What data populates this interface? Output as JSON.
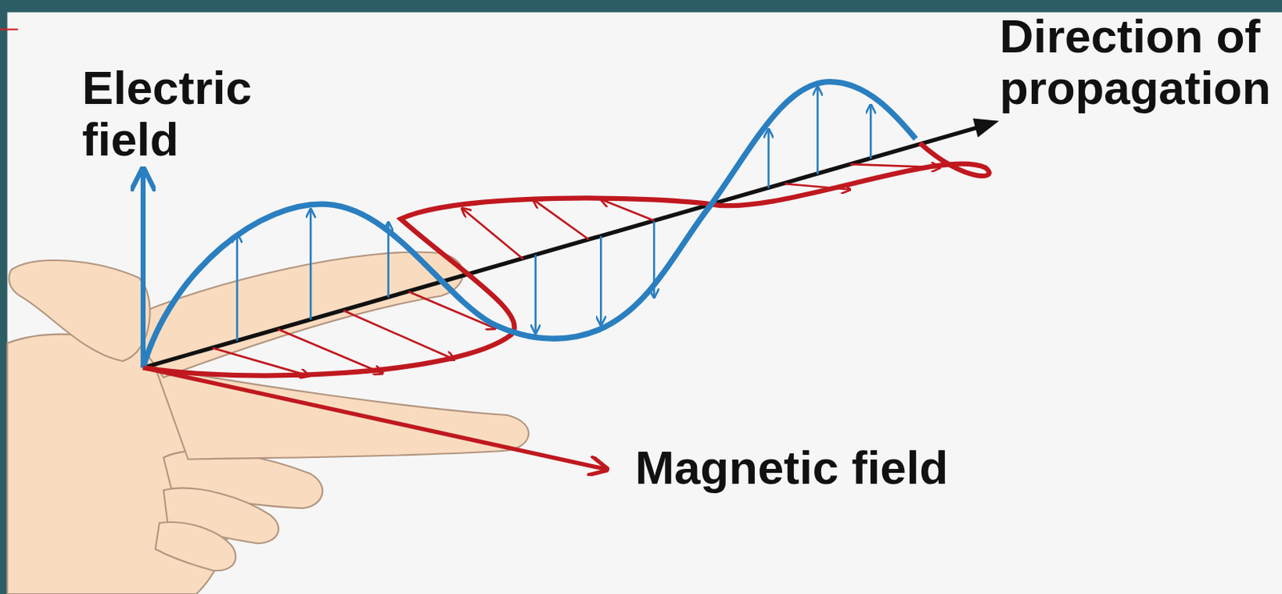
{
  "diagram": {
    "labels": [
      "Electric field",
      "Direction of propagation",
      "Magnetic field"
    ]
  }
}
